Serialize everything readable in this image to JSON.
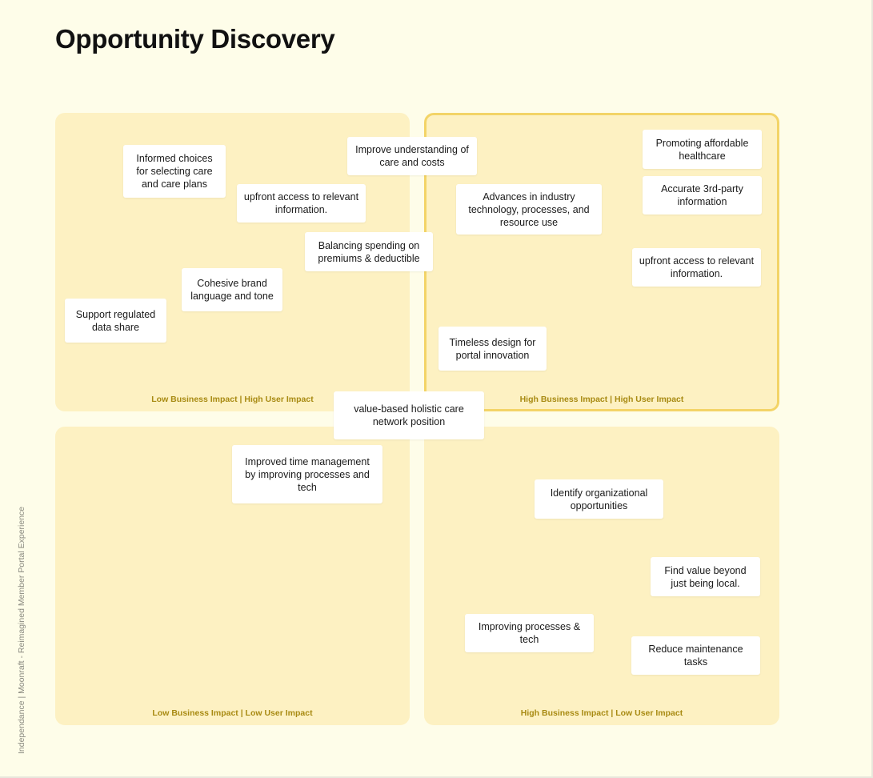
{
  "title": "Opportunity Discovery",
  "side_caption": "Independance | Moonraft - Reimagined Member Portal Experience",
  "quadrants": {
    "top_left": "Low Business Impact | High User Impact",
    "top_right": "High Business Impact | High User Impact",
    "bottom_left": "Low Business Impact | Low User Impact",
    "bottom_right": "High Business Impact | Low User Impact"
  },
  "notes": {
    "informed_choices": "Informed choices for selecting care and care plans",
    "improve_understanding": "Improve understanding of care and costs",
    "promoting_affordable": "Promoting affordable healthcare",
    "upfront_access_left": "upfront access to relevant information.",
    "accurate_3rd_party": "Accurate 3rd-party information",
    "advances_industry": "Advances in industry technology, processes, and resource use",
    "balancing_spending": "Balancing spending on premiums & deductible",
    "upfront_access_right": "upfront access to relevant information.",
    "cohesive_brand": "Cohesive brand language and tone",
    "support_regulated": "Support regulated data share",
    "timeless_design": "Timeless design for portal innovation",
    "value_based": "value-based holistic care network position",
    "improved_time": "Improved time management by improving processes and tech",
    "identify_org": "Identify organizational opportunities",
    "find_value": "Find value beyond just being local.",
    "improving_processes": "Improving processes & tech",
    "reduce_maintenance": "Reduce maintenance tasks"
  }
}
